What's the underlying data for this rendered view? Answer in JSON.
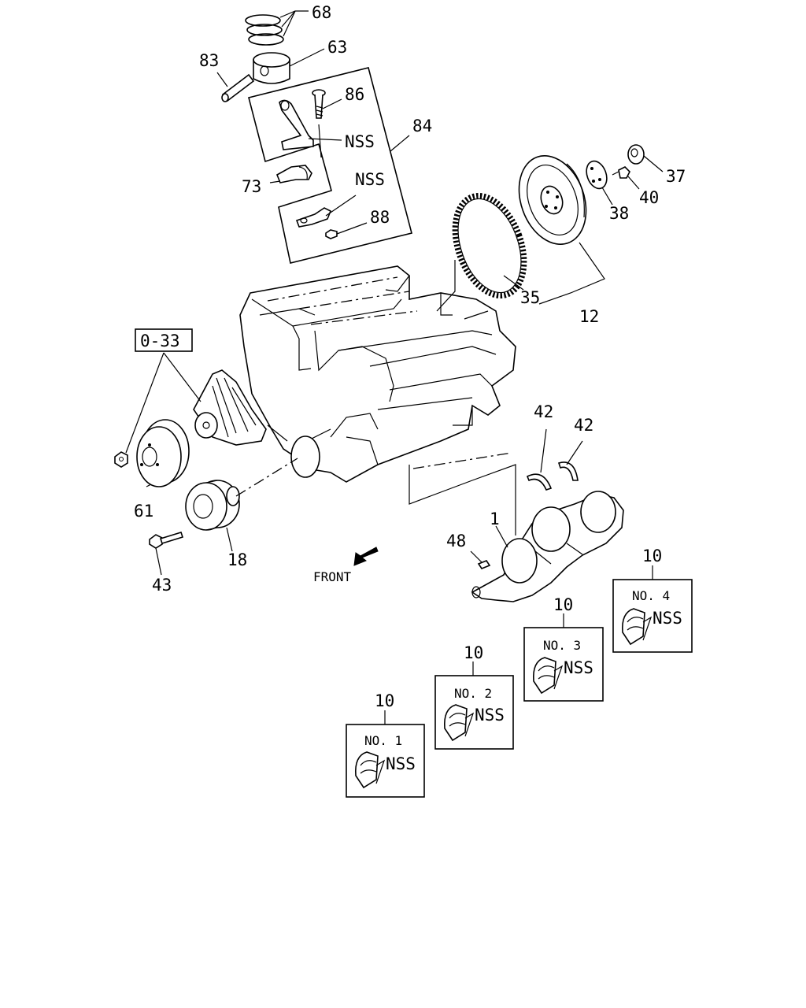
{
  "callouts": {
    "c68": "68",
    "c63": "63",
    "c83": "83",
    "c86": "86",
    "c84": "84",
    "c73": "73",
    "c88": "88",
    "c37": "37",
    "c40": "40",
    "c38": "38",
    "c35": "35",
    "c12": "12",
    "c0_33": "0-33",
    "c61": "61",
    "c18": "18",
    "c43": "43",
    "c42a": "42",
    "c42b": "42",
    "c1": "1",
    "c48": "48",
    "c10a": "10",
    "c10b": "10",
    "c10c": "10",
    "c10d": "10"
  },
  "labels": {
    "nss_rod": "NSS",
    "nss_cap": "NSS",
    "front": "FRONT"
  },
  "bearings": [
    {
      "title": "NO. 1",
      "nss": "NSS"
    },
    {
      "title": "NO. 2",
      "nss": "NSS"
    },
    {
      "title": "NO. 3",
      "nss": "NSS"
    },
    {
      "title": "NO. 4",
      "nss": "NSS"
    }
  ],
  "icons": {
    "front_arrow": "arrow-down-left-icon"
  }
}
